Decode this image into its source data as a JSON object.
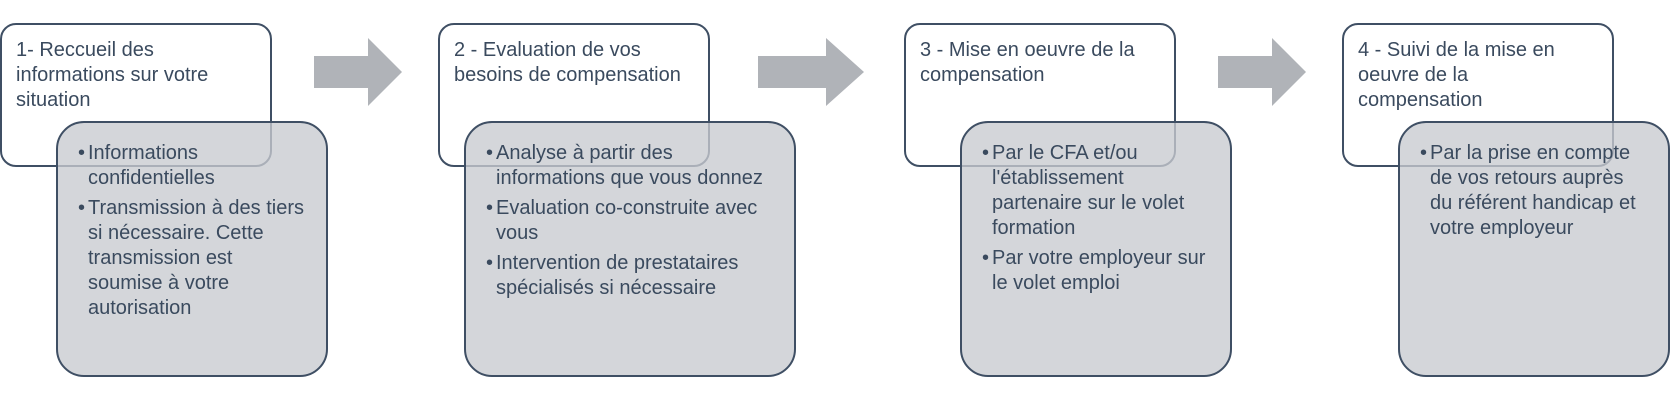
{
  "colors": {
    "border": "#3f4f64",
    "text": "#3a4a5e",
    "detail_fill": "#c8cbcf",
    "arrow": "#b0b3b8"
  },
  "steps": [
    {
      "title": "1- Reccueil des informations sur votre situation",
      "items": [
        "Informations confidentielles",
        "Transmission à des tiers si nécessaire. Cette transmission est soumise à votre autorisation"
      ]
    },
    {
      "title": "2 - Evaluation de vos besoins de compensation",
      "items": [
        "Analyse à partir des informations que vous donnez",
        "Evaluation co-construite avec vous",
        "Intervention de prestataires spécialisés si nécessaire"
      ]
    },
    {
      "title": "3 - Mise en oeuvre de la compensation",
      "items": [
        "Par le CFA et/ou l'établissement partenaire sur le volet formation",
        "Par votre employeur sur le volet emploi"
      ]
    },
    {
      "title": "4 - Suivi de la mise en oeuvre de la compensation",
      "items": [
        "Par la prise en compte de vos retours auprès du référent handicap et votre employeur"
      ]
    }
  ]
}
